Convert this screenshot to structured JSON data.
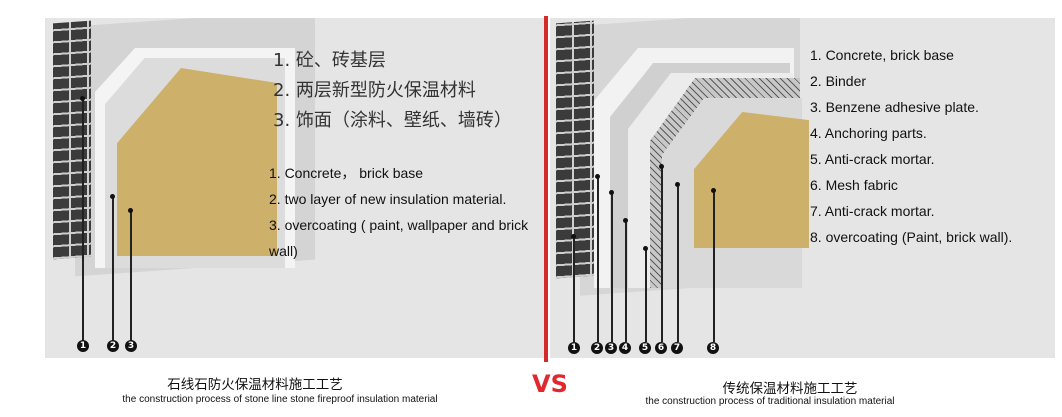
{
  "left": {
    "cn_items": [
      "1. 砼、砖基层",
      "2. 两层新型防火保温材料",
      "3. 饰面（涂料、壁纸、墙砖）"
    ],
    "en_items": [
      "1. Concrete， brick base",
      "2. two layer of new insulation material.",
      "3. overcoating ( paint, wallpaper and brick wall)"
    ],
    "markers": [
      "1",
      "2",
      "3"
    ],
    "caption_cn": "石线石防火保温材料施工工艺",
    "caption_en": "the construction process of stone line stone fireproof insulation material"
  },
  "right": {
    "items": [
      "1. Concrete, brick base",
      "2. Binder",
      "3. Benzene adhesive plate.",
      "4. Anchoring parts.",
      "5.  Anti-crack mortar.",
      "6. Mesh fabric",
      "7. Anti-crack mortar.",
      "8. overcoating (Paint, brick wall)."
    ],
    "markers": [
      "1",
      "2",
      "3",
      "4",
      "5",
      "6",
      "7",
      "8"
    ],
    "caption_cn": "传统保温材料施工工艺",
    "caption_en": "the construction process of traditional insulation material"
  },
  "vs_label": "VS",
  "colors": {
    "insulation": "#cdb06a",
    "divider": "#d42a2a",
    "vs": "#e0282e",
    "background": "#e5e5e5"
  }
}
